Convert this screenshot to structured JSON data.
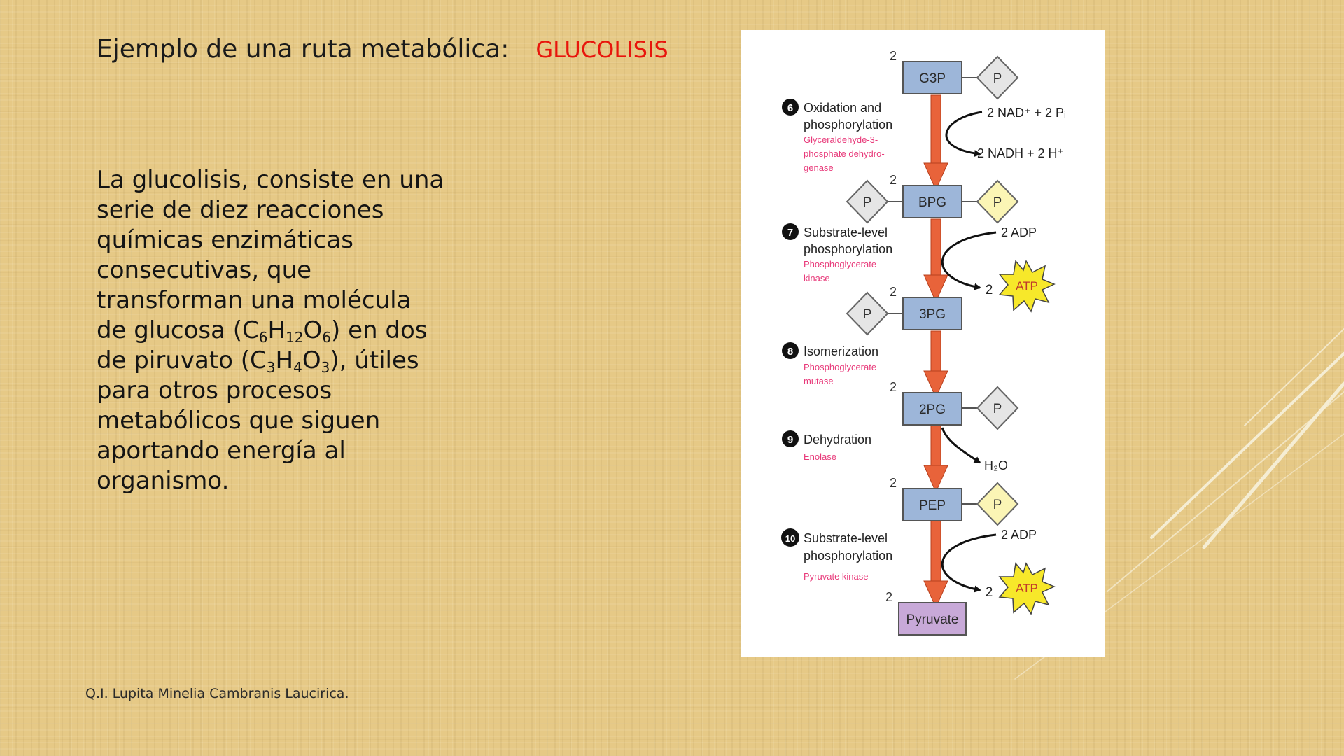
{
  "slide": {
    "title_prefix": "Ejemplo de una ruta metabólica:",
    "title_accent": "GLUCOLISIS",
    "body": {
      "line1": "La glucolisis, consiste en una",
      "line2": "serie de diez reacciones",
      "line3": "químicas enzimáticas",
      "line4": "consecutivas, que",
      "line5": "transforman una molécula",
      "line6_a": "de glucosa (C",
      "line6_s1": "6",
      "line6_b": "H",
      "line6_s2": "12",
      "line6_c": "O",
      "line6_s3": "6",
      "line6_d": ") en dos",
      "line7_a": "de piruvato (C",
      "line7_s1": "3",
      "line7_b": "H",
      "line7_s2": "4",
      "line7_c": "O",
      "line7_s3": "3",
      "line7_d": "), útiles",
      "line8": "para otros procesos",
      "line9": "metabólicos que siguen",
      "line10": "aportando energía al",
      "line11": "organismo."
    },
    "footer": "Q.I.  Lupita Minelia Cambranis Laucirica.",
    "colors": {
      "accent": "#e8150c",
      "background": "#e6c986",
      "arrow": "#e8633a",
      "box": "#9db6d9",
      "pyruvate_box": "#c8a9d8",
      "enzyme": "#e83a7a",
      "atp_star": "#f7e82a"
    }
  },
  "diagram": {
    "coefficient": "2",
    "phosphate": "P",
    "atp": "ATP",
    "metabolites": {
      "g3p": "G3P",
      "bpg": "BPG",
      "pg3": "3PG",
      "pg2": "2PG",
      "pep": "PEP",
      "pyruvate": "Pyruvate"
    },
    "steps": {
      "s6": {
        "number": "6",
        "name_l1": "Oxidation and",
        "name_l2": "phosphorylation",
        "enzyme_l1": "Glyceraldehyde-3-",
        "enzyme_l2": "phosphate dehydro-",
        "enzyme_l3": "genase",
        "input": "2 NAD⁺ + 2 Pᵢ",
        "output": "2 NADH + 2 H⁺"
      },
      "s7": {
        "number": "7",
        "name_l1": "Substrate-level",
        "name_l2": "phosphorylation",
        "enzyme_l1": "Phosphoglycerate",
        "enzyme_l2": "kinase",
        "input": "2 ADP"
      },
      "s8": {
        "number": "8",
        "name_l1": "Isomerization",
        "enzyme_l1": "Phosphoglycerate",
        "enzyme_l2": "mutase"
      },
      "s9": {
        "number": "9",
        "name_l1": "Dehydration",
        "enzyme_l1": "Enolase",
        "output": "H₂O"
      },
      "s10": {
        "number": "10",
        "name_l1": "Substrate-level",
        "name_l2": "phosphorylation",
        "enzyme_l1": "Pyruvate kinase",
        "input": "2 ADP"
      }
    }
  }
}
